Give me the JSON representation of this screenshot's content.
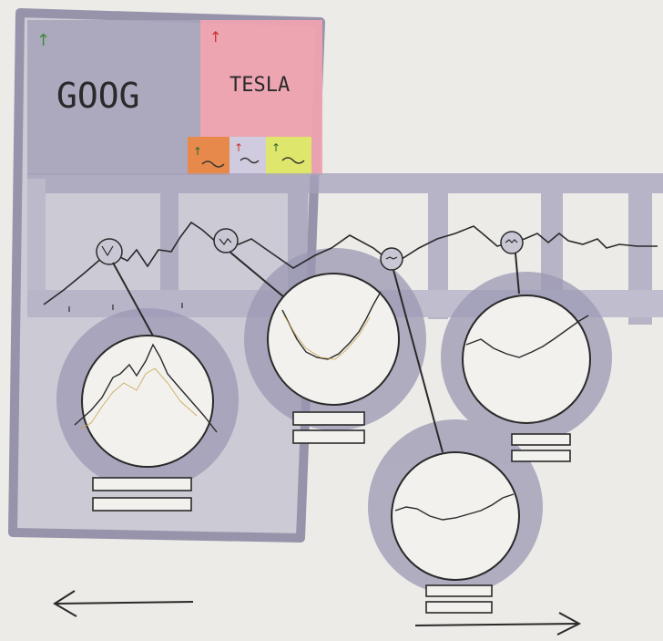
{
  "tiles": {
    "goog": {
      "label": "GOOG",
      "trend": "↑",
      "trend_color": "#3e8a3a",
      "color": "#a6a3bb"
    },
    "tesla": {
      "label": "TESLA",
      "trend": "↑",
      "trend_color": "#c8322c",
      "color": "#eea2b0"
    },
    "mini_tiles": [
      {
        "trend": "↑",
        "color": "#e7894a"
      },
      {
        "trend": "↑",
        "color": "#c8d4ea"
      },
      {
        "trend": "↑",
        "color": "#dfe66c"
      }
    ]
  },
  "colors": {
    "paper": "#ecebe7",
    "lavender": "#9c98b4",
    "ink": "#2a2a2a"
  },
  "arrows": {
    "left": "left-arrow",
    "right": "right-arrow"
  }
}
